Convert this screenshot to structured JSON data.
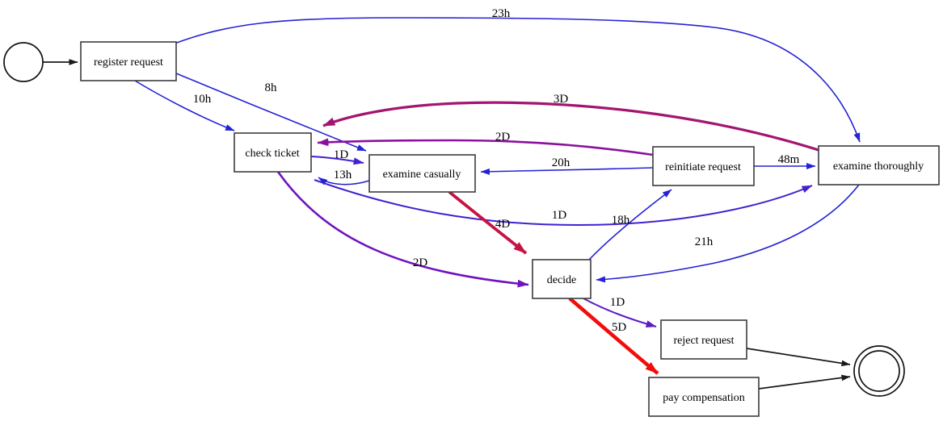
{
  "diagram": {
    "type": "process-map-directly-follows-graph",
    "background": "#ffffff",
    "nodes": [
      {
        "id": "start",
        "shape": "circle",
        "label": ""
      },
      {
        "id": "register-request",
        "shape": "box",
        "label": "register request"
      },
      {
        "id": "check-ticket",
        "shape": "box",
        "label": "check ticket"
      },
      {
        "id": "examine-casually",
        "shape": "box",
        "label": "examine casually"
      },
      {
        "id": "reinitiate-request",
        "shape": "box",
        "label": "reinitiate request"
      },
      {
        "id": "examine-thoroughly",
        "shape": "box",
        "label": "examine thoroughly"
      },
      {
        "id": "decide",
        "shape": "box",
        "label": "decide"
      },
      {
        "id": "reject-request",
        "shape": "box",
        "label": "reject request"
      },
      {
        "id": "pay-compensation",
        "shape": "box",
        "label": "pay compensation"
      },
      {
        "id": "end",
        "shape": "double-circle",
        "label": ""
      }
    ],
    "edges": [
      {
        "from": "start",
        "to": "register request",
        "label": "",
        "color": "#1a1a1a",
        "width": 1.7
      },
      {
        "from": "register request",
        "to": "check ticket",
        "label": "10h",
        "color": "#2422d4",
        "width": 1.6
      },
      {
        "from": "register request",
        "to": "examine casually",
        "label": "8h",
        "color": "#2422d4",
        "width": 1.6
      },
      {
        "from": "register request",
        "to": "examine thoroughly",
        "label": "23h",
        "color": "#2422d4",
        "width": 1.6
      },
      {
        "from": "check ticket",
        "to": "examine casually",
        "label": "1D",
        "color": "#4420d0",
        "width": 2
      },
      {
        "from": "examine casually",
        "to": "check ticket",
        "label": "13h",
        "color": "#2422d4",
        "width": 1.6
      },
      {
        "from": "check ticket",
        "to": "examine thoroughly",
        "label": "1D",
        "color": "#4420d0",
        "width": 2
      },
      {
        "from": "check ticket",
        "to": "decide",
        "label": "2D",
        "color": "#7013be",
        "width": 2.6
      },
      {
        "from": "examine casually",
        "to": "decide",
        "label": "4D",
        "color": "#c61343",
        "width": 3.8
      },
      {
        "from": "examine thoroughly",
        "to": "check ticket",
        "label": "3D",
        "color": "#a31570",
        "width": 3.2
      },
      {
        "from": "reinitiate request",
        "to": "check ticket",
        "label": "2D",
        "color": "#8c109e",
        "width": 2.6
      },
      {
        "from": "reinitiate request",
        "to": "examine casually",
        "label": "20h",
        "color": "#2422d4",
        "width": 1.6
      },
      {
        "from": "reinitiate request",
        "to": "examine thoroughly",
        "label": "48m",
        "color": "#2422d4",
        "width": 1.5
      },
      {
        "from": "decide",
        "to": "reinitiate request",
        "label": "18h",
        "color": "#2422d4",
        "width": 1.6
      },
      {
        "from": "examine thoroughly",
        "to": "decide",
        "label": "21h",
        "color": "#2422d4",
        "width": 1.6
      },
      {
        "from": "decide",
        "to": "reject request",
        "label": "1D",
        "color": "#5b1cc6",
        "width": 2
      },
      {
        "from": "decide",
        "to": "pay compensation",
        "label": "5D",
        "color": "#f20d0d",
        "width": 4.6
      },
      {
        "from": "reject request",
        "to": "end",
        "label": "",
        "color": "#1a1a1a",
        "width": 1.7
      },
      {
        "from": "pay compensation",
        "to": "end",
        "label": "",
        "color": "#1a1a1a",
        "width": 1.7
      }
    ]
  }
}
